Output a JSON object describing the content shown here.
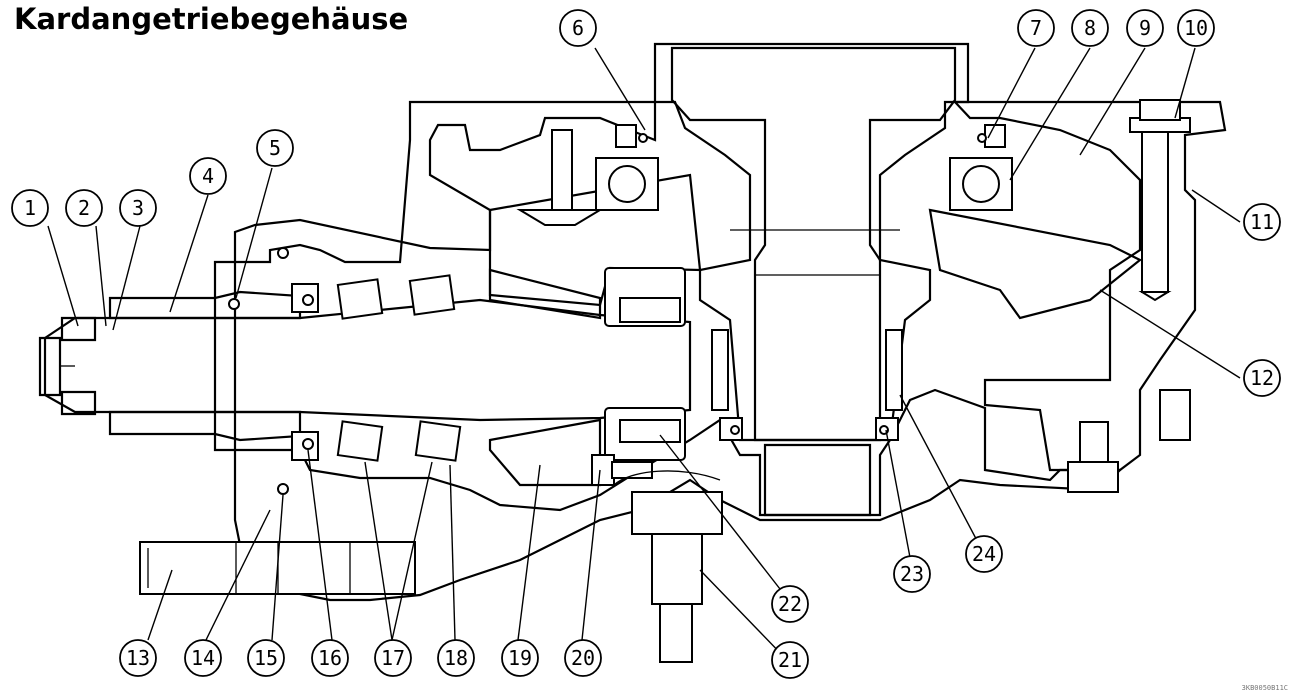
{
  "title": "Kardangetriebegehäuse",
  "image_code": "3KB0050B11C",
  "callouts": [
    {
      "num": "1"
    },
    {
      "num": "2"
    },
    {
      "num": "3"
    },
    {
      "num": "4"
    },
    {
      "num": "5"
    },
    {
      "num": "6"
    },
    {
      "num": "7"
    },
    {
      "num": "8"
    },
    {
      "num": "9"
    },
    {
      "num": "10"
    },
    {
      "num": "11"
    },
    {
      "num": "12"
    },
    {
      "num": "13"
    },
    {
      "num": "14"
    },
    {
      "num": "15"
    },
    {
      "num": "16"
    },
    {
      "num": "17"
    },
    {
      "num": "18"
    },
    {
      "num": "19"
    },
    {
      "num": "20"
    },
    {
      "num": "21"
    },
    {
      "num": "22"
    },
    {
      "num": "23"
    },
    {
      "num": "24"
    }
  ]
}
